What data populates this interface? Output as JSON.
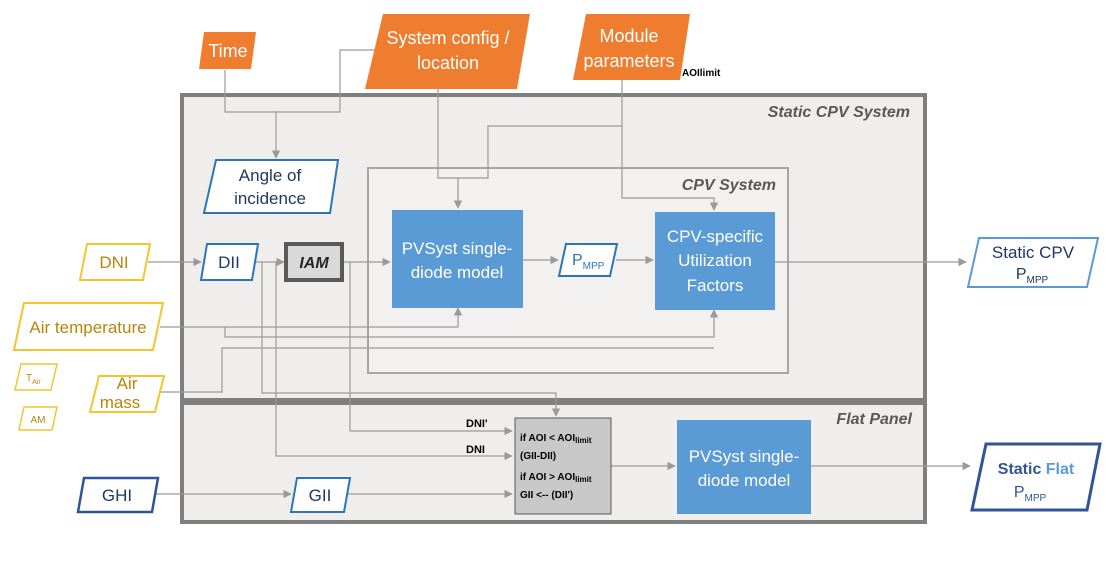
{
  "containers": {
    "static_cpv_system": "Static CPV System",
    "cpv_system": "CPV System",
    "flat_panel": "Flat Panel"
  },
  "inputs": {
    "time": "Time",
    "system_config": [
      "System config /",
      "location"
    ],
    "module_parameters": [
      "Module",
      "parameters"
    ],
    "aoi_limit_note": "AOIlimit",
    "dni": "DNI",
    "air_temperature": "Air temperature",
    "t_air": {
      "main": "T",
      "sub": "Air"
    },
    "air_mass": [
      "Air",
      "mass"
    ],
    "am": "AM",
    "ghi": "GHI"
  },
  "nodes": {
    "angle_of_incidence": [
      "Angle of",
      "incidence"
    ],
    "dii": "DII",
    "iam": "IAM",
    "pvsyst_cpv": [
      "PVSyst single-",
      "diode model"
    ],
    "pmpp_cpv": {
      "main": "P",
      "sub": "MPP"
    },
    "cpv_utilization": [
      "CPV-specific",
      "Utilization",
      "Factors"
    ],
    "gii": "GII",
    "pvsyst_flat": [
      "PVSyst single-",
      "diode model"
    ]
  },
  "outputs": {
    "static_cpv": {
      "line1": "Static CPV",
      "main": "P",
      "sub": "MPP"
    },
    "static_flat": {
      "word1": "Static ",
      "word2": "Flat",
      "main": "P",
      "sub": "MPP"
    }
  },
  "switch": {
    "dni_prime_label": "DNI'",
    "dni_label": "DNI",
    "cond1": {
      "prefix": "if AOI < AOI",
      "sub": "limit"
    },
    "cond1_value": "(GII-DII)",
    "cond2": {
      "prefix": "if AOI > AOI",
      "sub": "limit"
    },
    "cond2_value": "GII <-- (DII')"
  },
  "colors": {
    "orange": "#ef7d2f",
    "blue_block": "#5b9bd5",
    "yellow_outline": "#f2c531",
    "yellow_text": "#b8860b",
    "blue_outline": "#2e75b6",
    "dark_blue_outline": "#2f5597",
    "container_fill": "#efeeec",
    "container_border": "#7f7f7f"
  }
}
